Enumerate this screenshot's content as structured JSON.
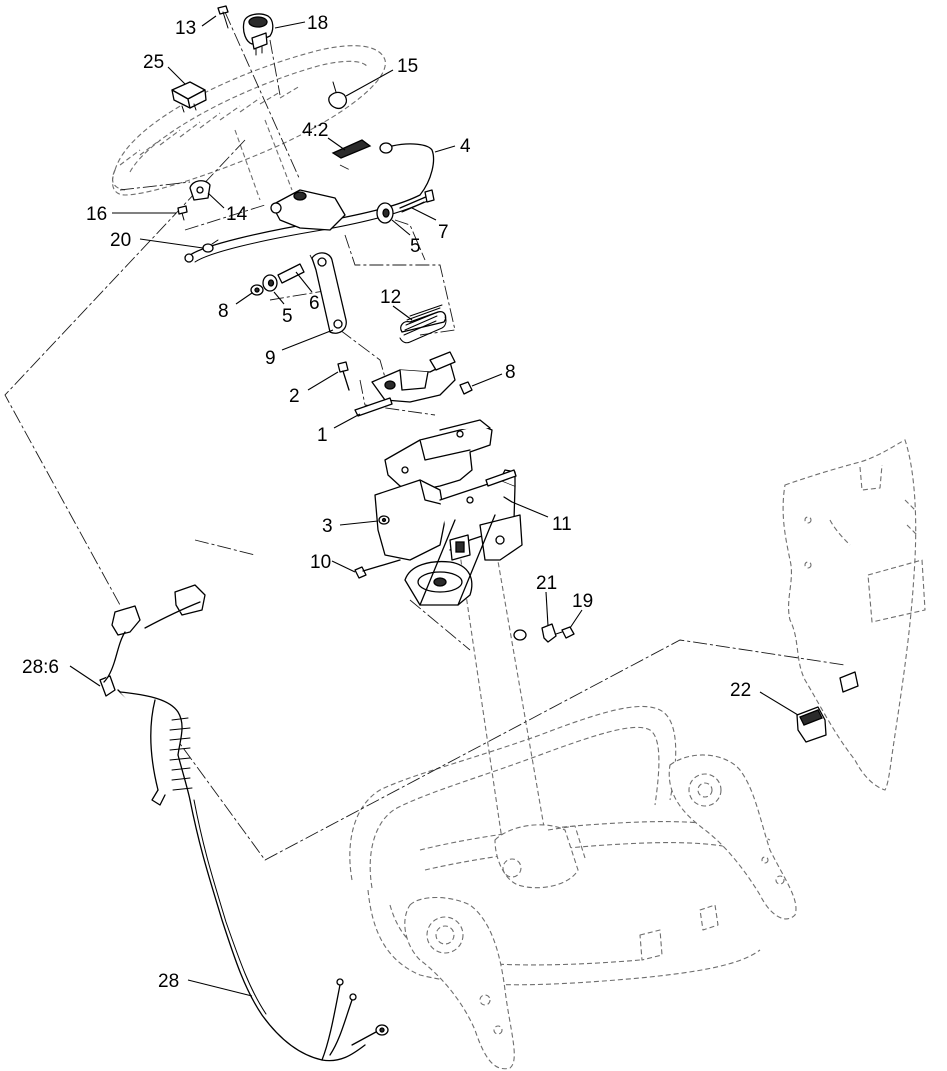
{
  "diagram": {
    "callouts": [
      {
        "id": "c13",
        "label": "13"
      },
      {
        "id": "c18",
        "label": "18"
      },
      {
        "id": "c25",
        "label": "25"
      },
      {
        "id": "c15",
        "label": "15"
      },
      {
        "id": "c4_2",
        "label": "4:2"
      },
      {
        "id": "c4",
        "label": "4"
      },
      {
        "id": "c16",
        "label": "16"
      },
      {
        "id": "c14",
        "label": "14"
      },
      {
        "id": "c7",
        "label": "7"
      },
      {
        "id": "c20",
        "label": "20"
      },
      {
        "id": "c5a",
        "label": "5"
      },
      {
        "id": "c12",
        "label": "12"
      },
      {
        "id": "c8a",
        "label": "8"
      },
      {
        "id": "c5b",
        "label": "5"
      },
      {
        "id": "c6",
        "label": "6"
      },
      {
        "id": "c9",
        "label": "9"
      },
      {
        "id": "c8b",
        "label": "8"
      },
      {
        "id": "c2",
        "label": "2"
      },
      {
        "id": "c1",
        "label": "1"
      },
      {
        "id": "c11",
        "label": "11"
      },
      {
        "id": "c3",
        "label": "3"
      },
      {
        "id": "c10",
        "label": "10"
      },
      {
        "id": "c21",
        "label": "21"
      },
      {
        "id": "c19",
        "label": "19"
      },
      {
        "id": "c28_6",
        "label": "28:6"
      },
      {
        "id": "c22",
        "label": "22"
      },
      {
        "id": "c28",
        "label": "28"
      }
    ]
  }
}
